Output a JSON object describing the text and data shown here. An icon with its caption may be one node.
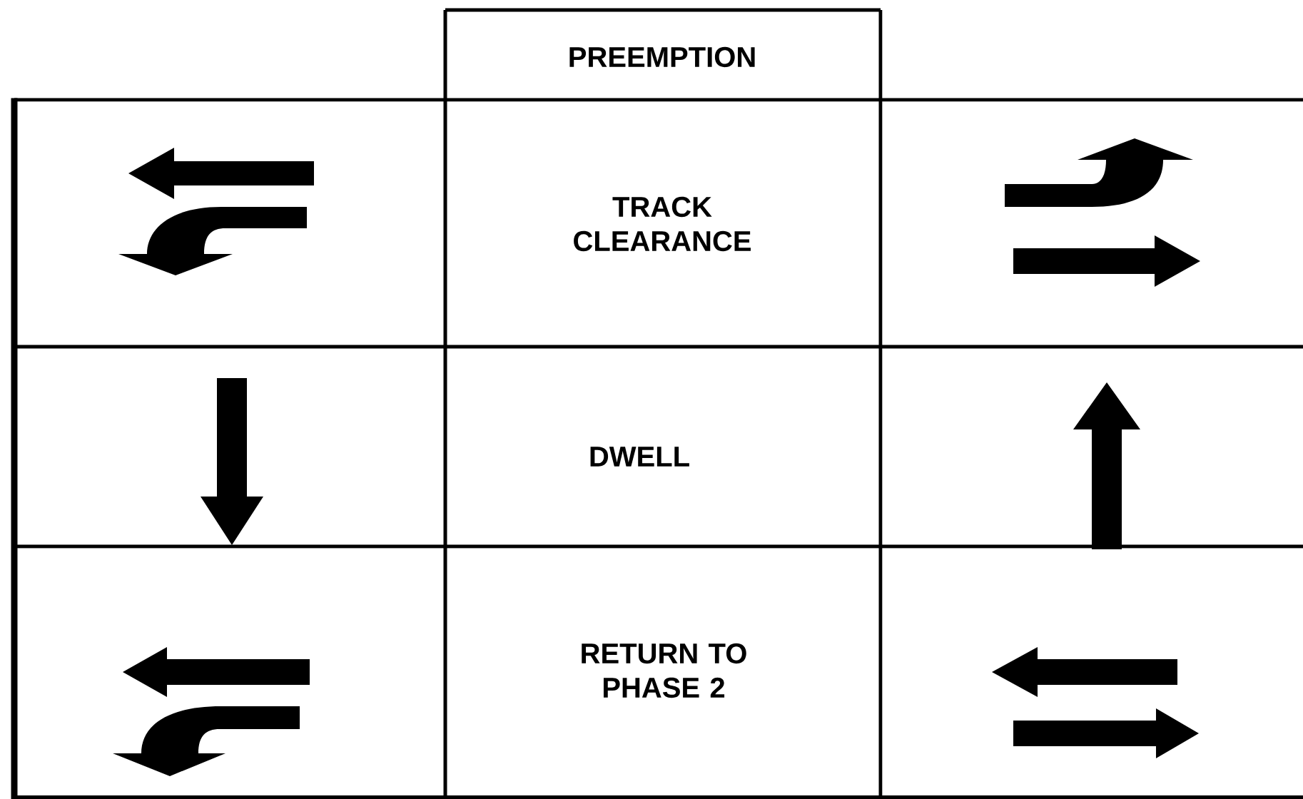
{
  "diagram": {
    "labels": [
      "PREEMPTION",
      "TRACK CLEARANCE",
      "DWELL",
      "RETURN TO PHASE 2"
    ]
  }
}
